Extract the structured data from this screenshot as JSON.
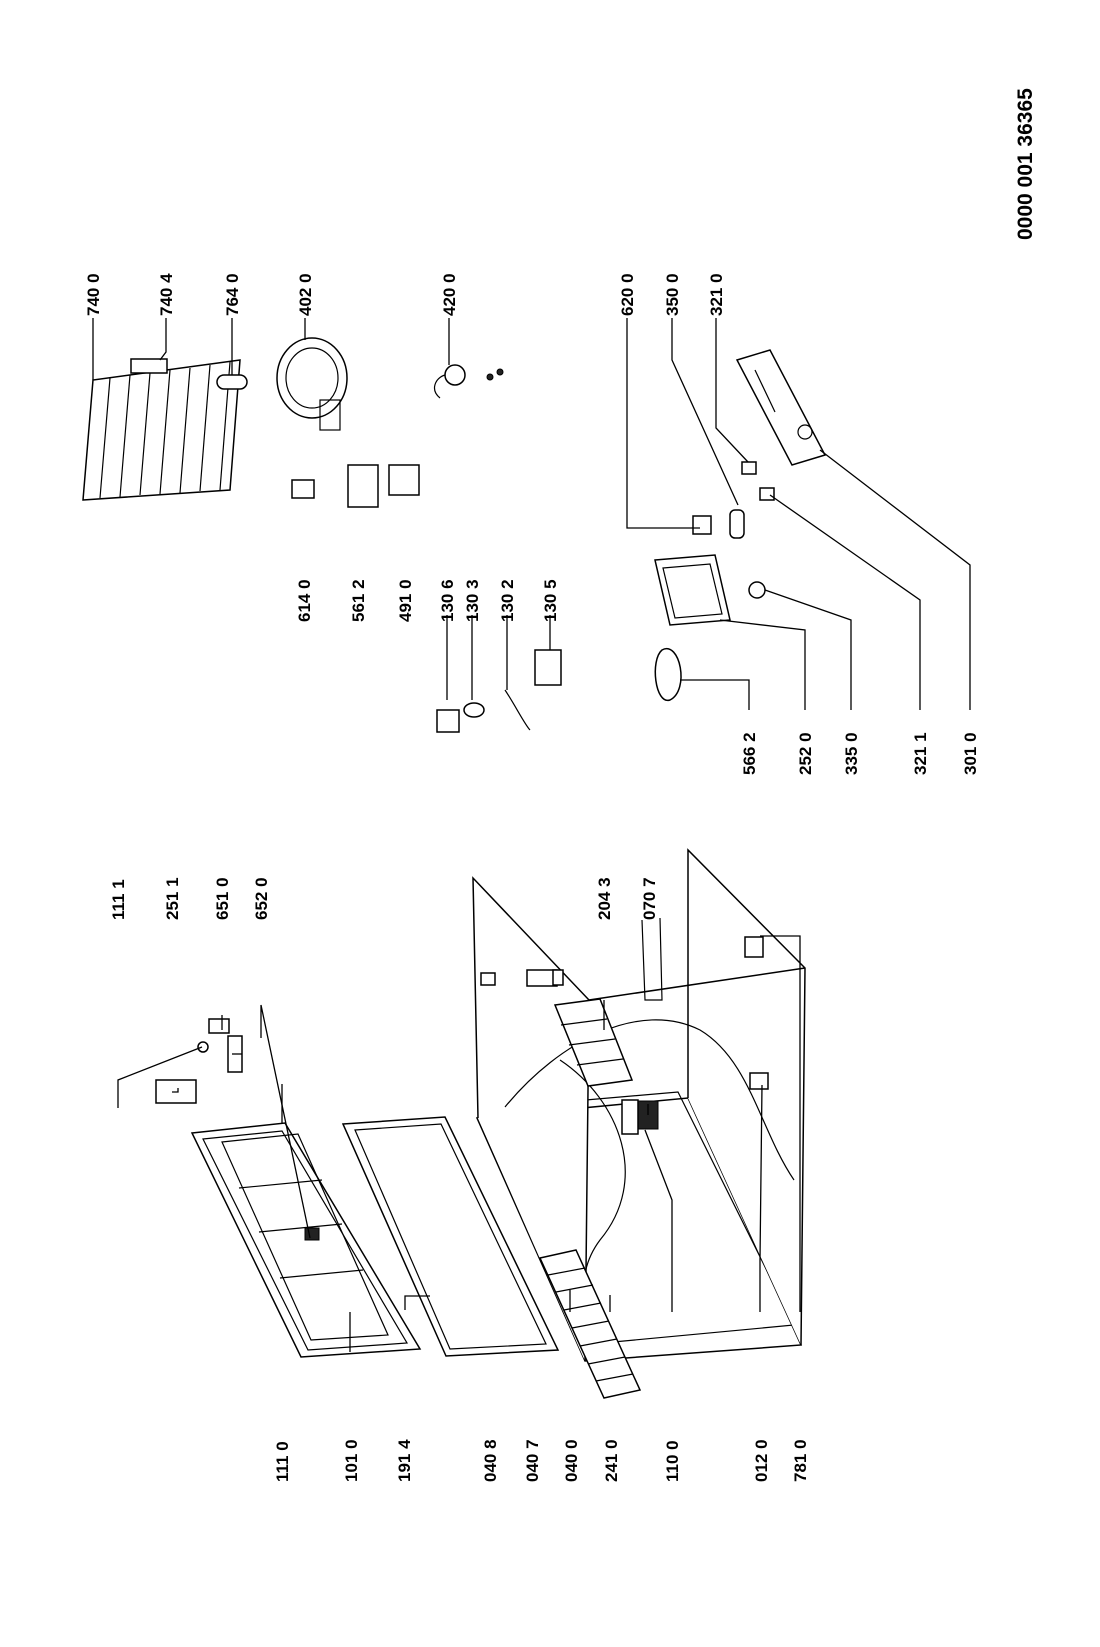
{
  "document_number": "0000 001 36365",
  "labels": {
    "l1110": "111 0",
    "l1010": "101 0",
    "l1914": "191 4",
    "l0408": "040 8",
    "l0407": "040 7",
    "l0400": "040 0",
    "l2410": "241 0",
    "l1100": "110 0",
    "l0120": "012 0",
    "l7810": "781 0",
    "l1111": "111 1",
    "l2511": "251 1",
    "l6510": "651 0",
    "l6520": "652 0",
    "l2043": "204 3",
    "l0707": "070 7",
    "l6140": "614 0",
    "l5612": "561 2",
    "l4910": "491 0",
    "l1306": "130 6",
    "l1303": "130 3",
    "l1302": "130 2",
    "l1305": "130 5",
    "l7400": "740 0",
    "l7404": "740 4",
    "l7640": "764 0",
    "l4020": "402 0",
    "l4200": "420 0",
    "l6200": "620 0",
    "l3500": "350 0",
    "l3210": "321 0",
    "l5662": "566 2",
    "l2520": "252 0",
    "l3350": "335 0",
    "l3211": "321 1",
    "l3010": "301 0"
  }
}
